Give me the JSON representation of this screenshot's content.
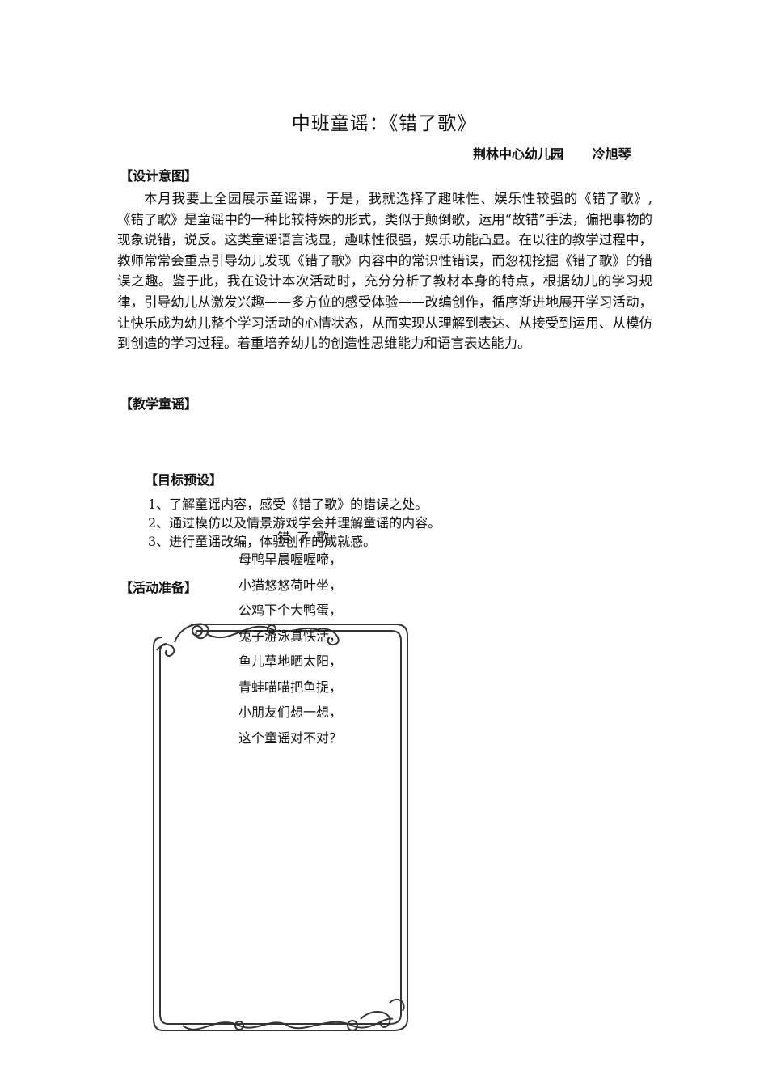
{
  "title": "中班童谣：《错了歌》",
  "author": {
    "school": "荆林中心幼儿园",
    "name": "冷旭琴"
  },
  "sections": {
    "intent_heading": "【设计意图】",
    "intent_body": "本月我要上全园展示童谣课，于是，我就选择了趣味性、娱乐性较强的《错了歌》,《错了歌》是童谣中的一种比较特殊的形式，类似于颠倒歌，运用“故错”手法，偏把事物的现象说错，说反。这类童谣语言浅显，趣味性很强，娱乐功能凸显。在以往的教学过程中，教师常常会重点引导幼儿发现《错了歌》内容中的常识性错误，而忽视挖掘《错了歌》的错误之趣。鉴于此，我在设计本次活动时，充分分析了教材本身的特点，根据幼儿的学习规律，引导幼儿从激发兴趣——多方位的感受体验——改编创作，循序渐进地展开学习活动，让快乐成为幼儿整个学习活动的心情状态，从而实现从理解到表达、从接受到运用、从模仿到创造的学习过程。着重培养幼儿的创造性思维能力和语言表达能力。",
    "rhyme_heading": "【教学童谣】",
    "goals_heading": "【目标预设】",
    "goals": [
      "1、了解童谣内容，感受《错了歌》的错误之处。",
      "2、通过模仿以及情景游戏学会并理解童谣的内容。",
      "3、进行童谣改编，体验创作的成就感。"
    ],
    "prep_heading": "【活动准备】"
  },
  "poem": {
    "title": "错了歌",
    "lines": [
      "母鸭早晨喔喔啼，",
      " 小猫悠悠荷叶坐，",
      "公鸡下个大鸭蛋，",
      "兔子游泳真快活，",
      "鱼儿草地晒太阳，",
      "青蛙喵喵把鱼捉，",
      "小朋友们想一想，",
      "这个童谣对不对？"
    ]
  }
}
